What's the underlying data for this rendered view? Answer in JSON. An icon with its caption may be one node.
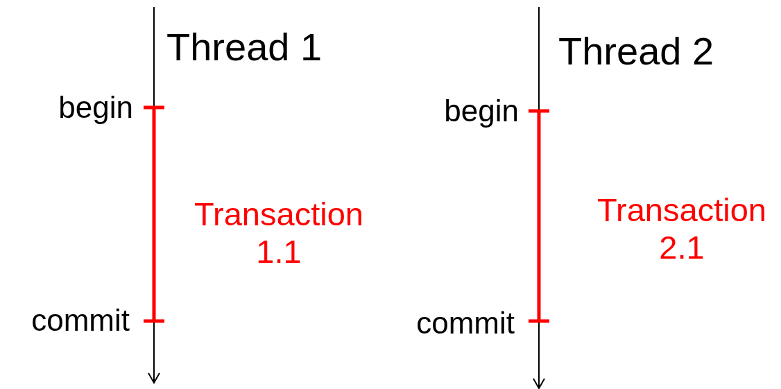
{
  "diagram": {
    "labels": [
      "Thread 1",
      "begin",
      "Transaction 1.1",
      "commit",
      "Thread 2",
      "begin",
      "Transaction 2.1",
      "commit"
    ]
  }
}
